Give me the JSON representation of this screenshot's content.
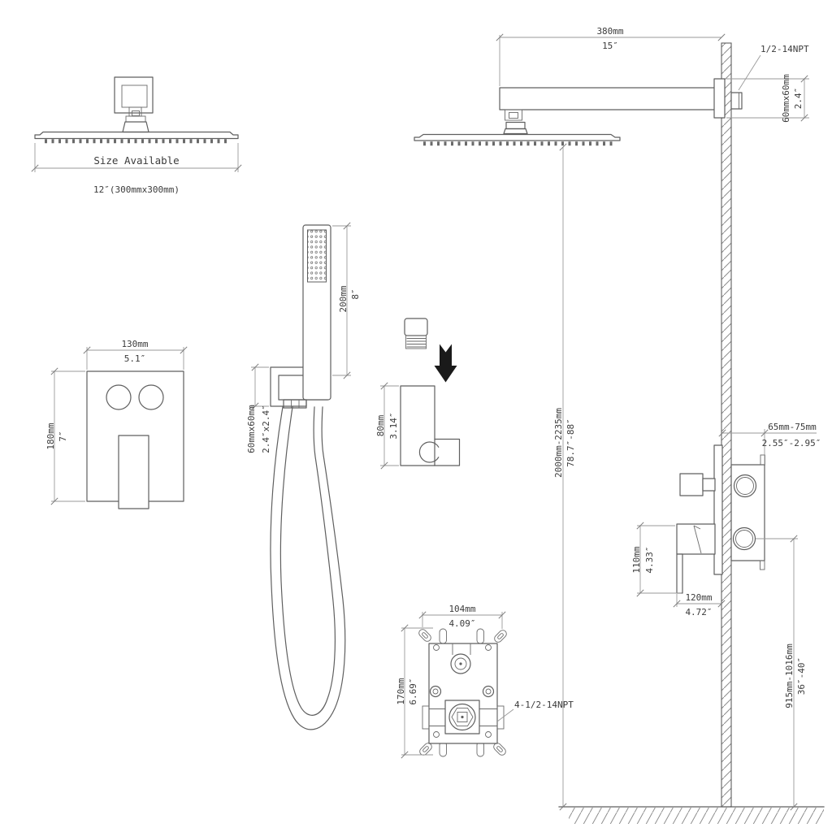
{
  "colors": {
    "line": "#5f5f5f",
    "dimension_line": "#9a9a9a",
    "text": "#3b3b3b",
    "arrow": "#1a1a1a",
    "background": "#ffffff"
  },
  "drawing": {
    "overhead_shower": {
      "size_available": "Size Available",
      "size_option": "12″(300mmx300mm)"
    },
    "shower_arm": {
      "length_mm": "380mm",
      "length_in": "15″",
      "thread": "1/2-14NPT",
      "flange_mm": "60mmx60mm",
      "flange_in": "2.4″"
    },
    "valve_trim": {
      "width_mm": "130mm",
      "width_in": "5.1″",
      "height_mm": "180mm",
      "height_in": "7″"
    },
    "hand_shower": {
      "length_mm": "200mm",
      "length_in": "8″",
      "bracket_mm": "60mmx60mm",
      "bracket_in": "2.4″x2.4″"
    },
    "holder": {
      "height_mm": "80mm",
      "height_in": "3.14″"
    },
    "rough_in_valve": {
      "width_mm": "104mm",
      "width_in": "4.09″",
      "height_mm": "170mm",
      "height_in": "6.69″",
      "thread": "4-1/2-14NPT"
    },
    "installation": {
      "head_height_mm": "2000mm-2235mm",
      "head_height_in": "78.7″-88″",
      "valve_depth_mm": "65mm-75mm",
      "valve_depth_in": "2.55″-2.95″",
      "handle_mm": "110mm",
      "handle_in": "4.33″",
      "valve_offset_mm": "120mm",
      "valve_offset_in": "4.72″",
      "valve_height_mm": "915mm-1016mm",
      "valve_height_in": "36″-40″"
    }
  }
}
